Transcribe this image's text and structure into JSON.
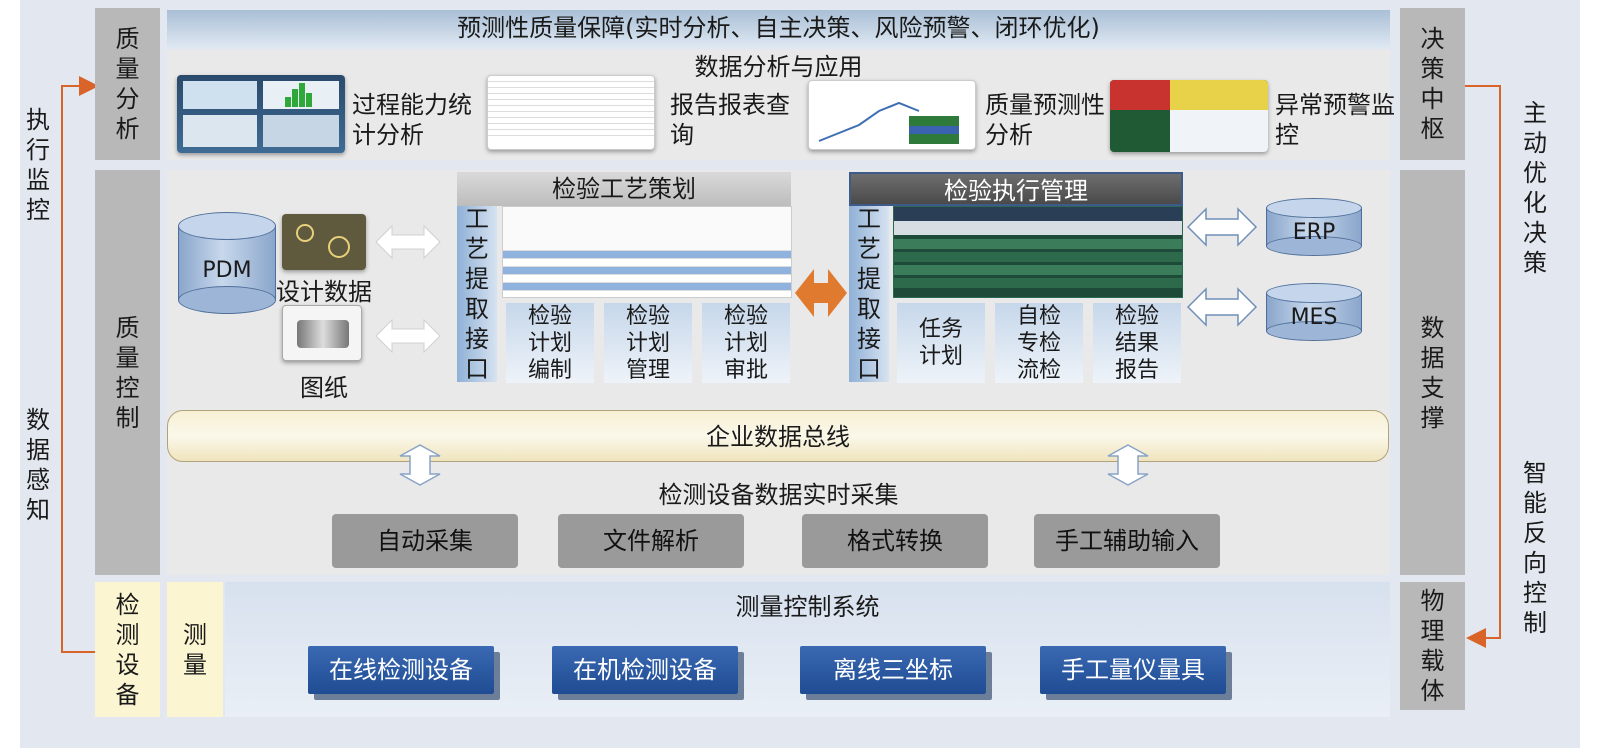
{
  "left_labels": {
    "exec": "执行监控",
    "sense": "数据感知"
  },
  "right_labels": {
    "active": "主动优化决策",
    "reverse": "智能反向控制"
  },
  "columns": {
    "left": {
      "analysis": "质量分析",
      "control": "质量控制",
      "equipment": "检测设备",
      "measure": "测量"
    },
    "right": {
      "decision": "决策中枢",
      "support": "数据支撑",
      "carrier": "物理载体"
    }
  },
  "top_title": "预测性质量保障(实时分析、自主决策、风险预警、闭环优化)",
  "analysis_section": {
    "title": "数据分析与应用",
    "items": [
      {
        "label": "过程能力统计分析"
      },
      {
        "label": "报告报表查询"
      },
      {
        "label": "质量预测性分析"
      },
      {
        "label": "异常预警监控"
      }
    ]
  },
  "control_section": {
    "pdm": "PDM",
    "design_data": "设计数据",
    "drawing": "图纸",
    "planning": {
      "title": "检验工艺策划",
      "interface": "工艺提取接口",
      "tasks": [
        "检验计划编制",
        "检验计划管理",
        "检验计划审批"
      ]
    },
    "execution": {
      "title": "检验执行管理",
      "interface": "工艺提取接口",
      "tasks": [
        "任务计划",
        "自检专检流检",
        "检验结果报告"
      ]
    },
    "erp": "ERP",
    "mes": "MES"
  },
  "bus": "企业数据总线",
  "acquisition": {
    "title": "检测设备数据实时采集",
    "items": [
      "自动采集",
      "文件解析",
      "格式转换",
      "手工辅助输入"
    ]
  },
  "measure_system": {
    "title": "测量控制系统",
    "items": [
      "在线检测设备",
      "在机检测设备",
      "离线三坐标",
      "手工量仪量具"
    ]
  },
  "colors": {
    "accent_orange": "#d8642a",
    "blue_btn": "#2a5aa3",
    "gray_col": "#b8b8b8"
  }
}
